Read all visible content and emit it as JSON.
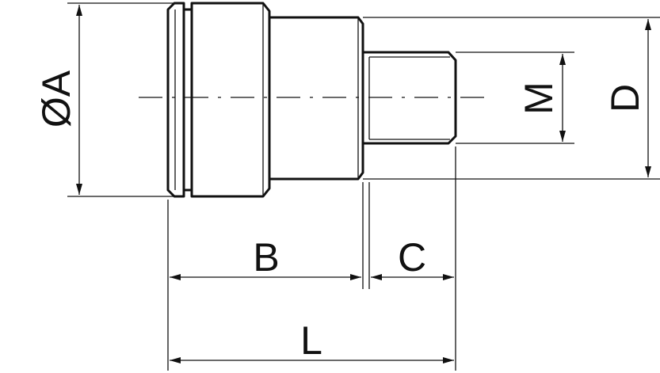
{
  "labels": {
    "diameter_a": "ØA",
    "b": "B",
    "c": "C",
    "l": "L",
    "m": "M",
    "d": "D"
  },
  "colors": {
    "line": "#111111",
    "background": "#ffffff"
  }
}
